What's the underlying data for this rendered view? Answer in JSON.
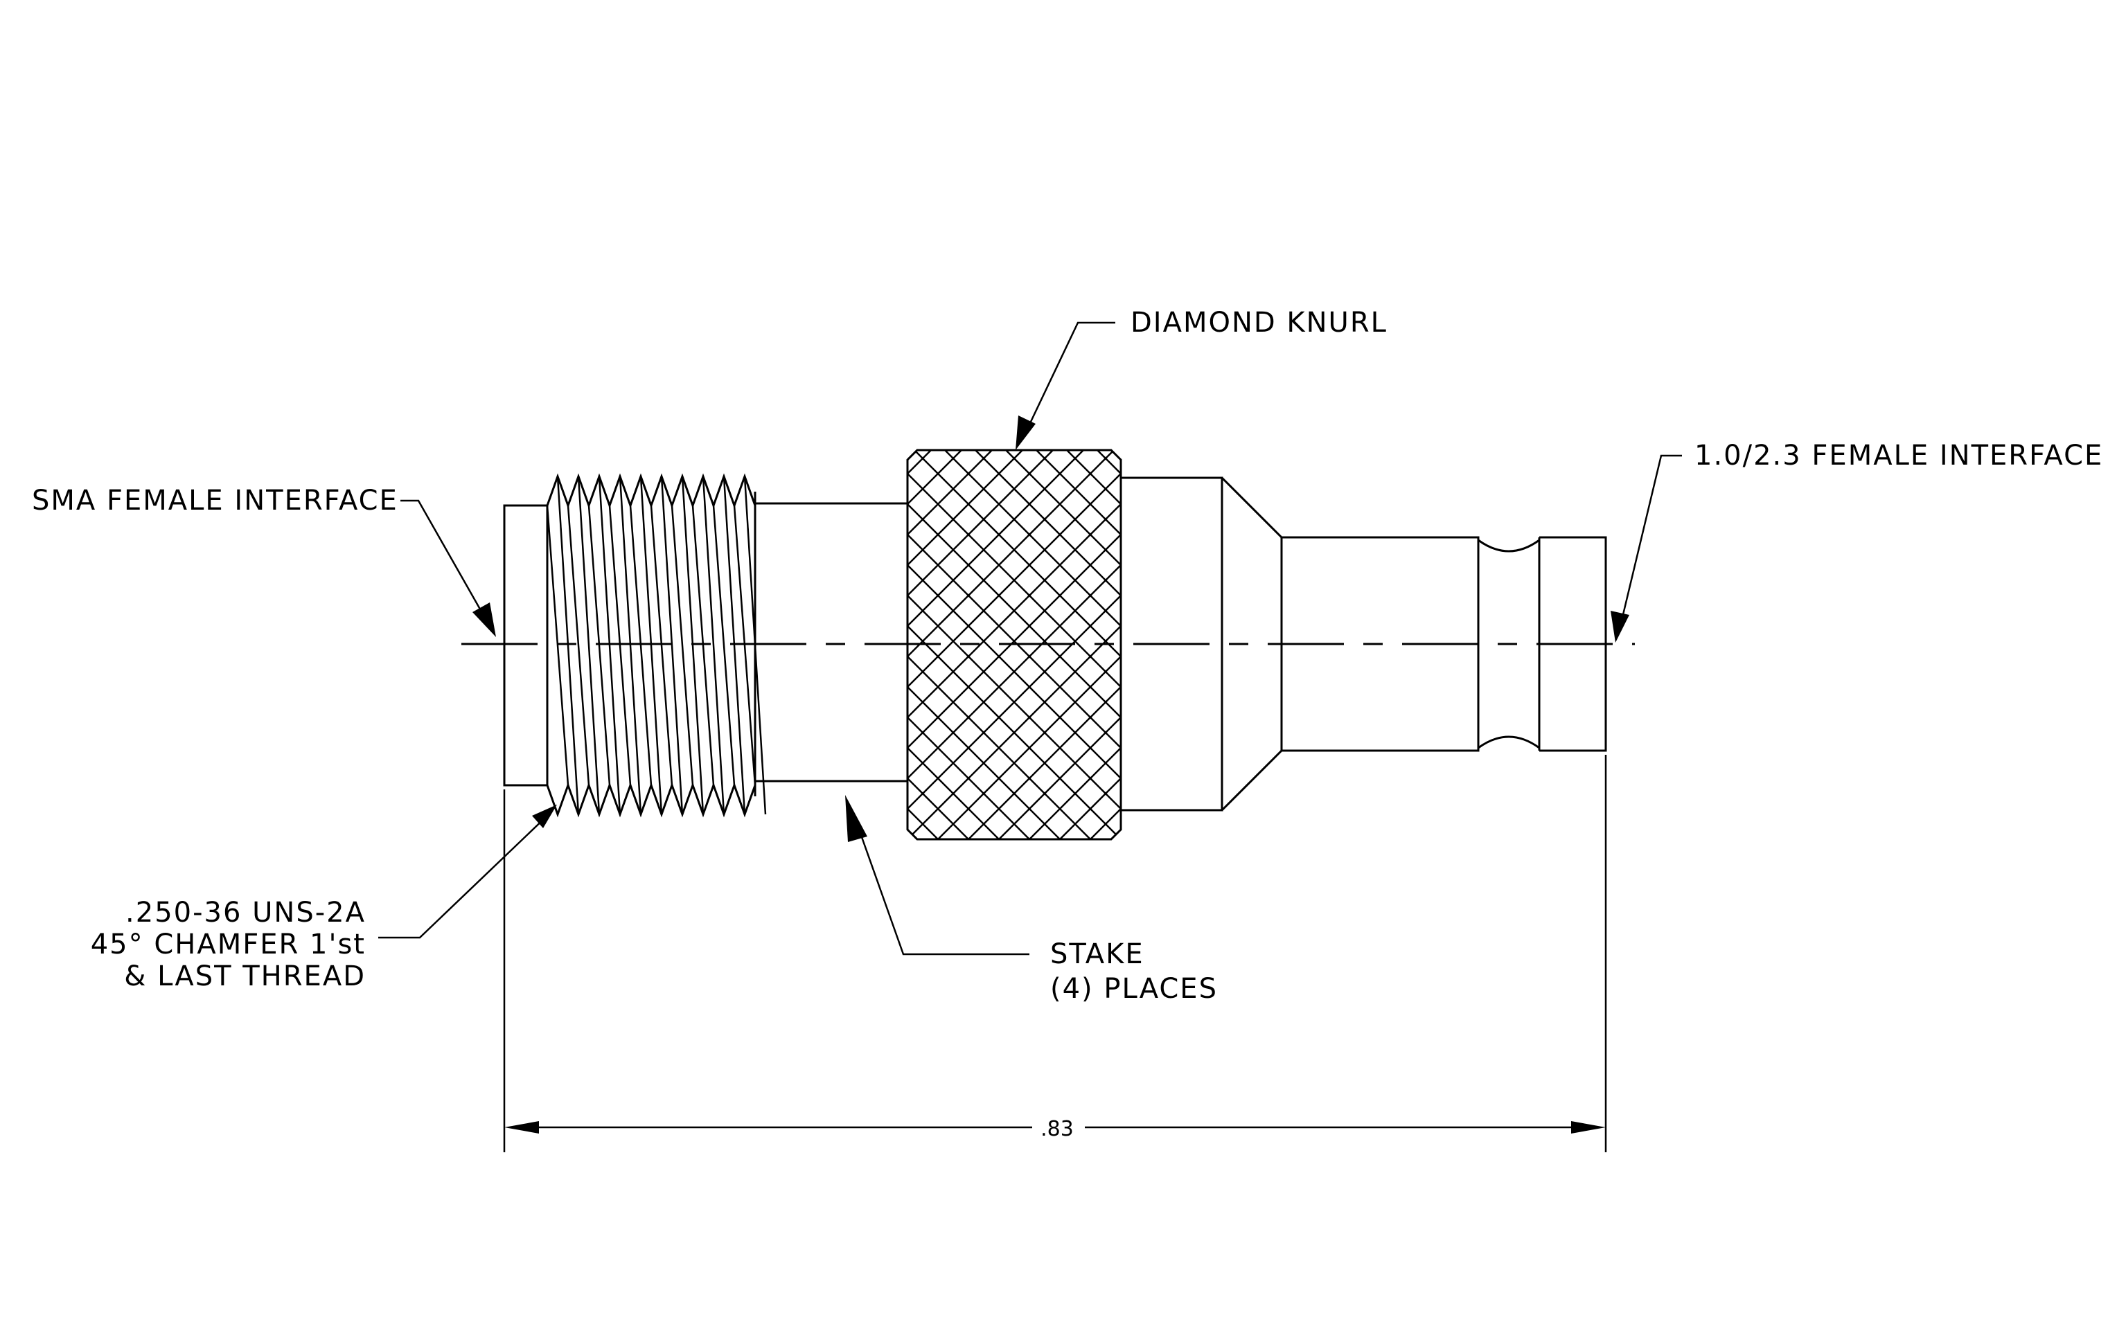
{
  "labels": {
    "diamond_knurl": "DIAMOND KNURL",
    "sma_female": "SMA FEMALE INTERFACE",
    "interface_23": "1.0/2.3 FEMALE INTERFACE",
    "thread_line1": ".250-36 UNS-2A",
    "thread_line2": "45° CHAMFER 1'st",
    "thread_line3": "& LAST THREAD",
    "stake_line1": "STAKE",
    "stake_line2": "(4) PLACES"
  },
  "dimension": {
    "overall_length": ".83"
  },
  "colors": {
    "line": "#000000",
    "background": "#ffffff"
  }
}
